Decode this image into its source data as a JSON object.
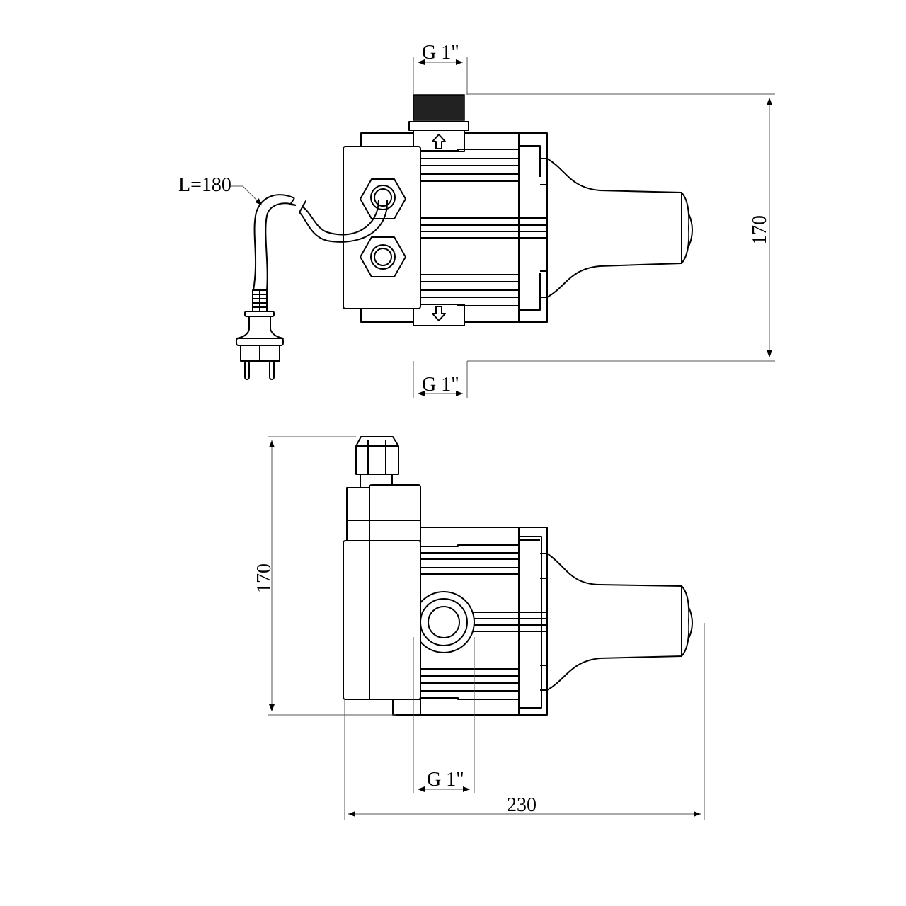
{
  "title": "Pressure control switch – dimensional drawing",
  "top_view": {
    "thread_top_label": "G 1\"",
    "thread_bottom_label": "G 1\"",
    "cable_label": "L=180",
    "height_label": "170"
  },
  "side_view": {
    "height_label": "170",
    "port_label": "G 1\"",
    "width_label": "230"
  },
  "colors": {
    "line": "#000000",
    "dimension": "#555555",
    "background": "#ffffff"
  }
}
